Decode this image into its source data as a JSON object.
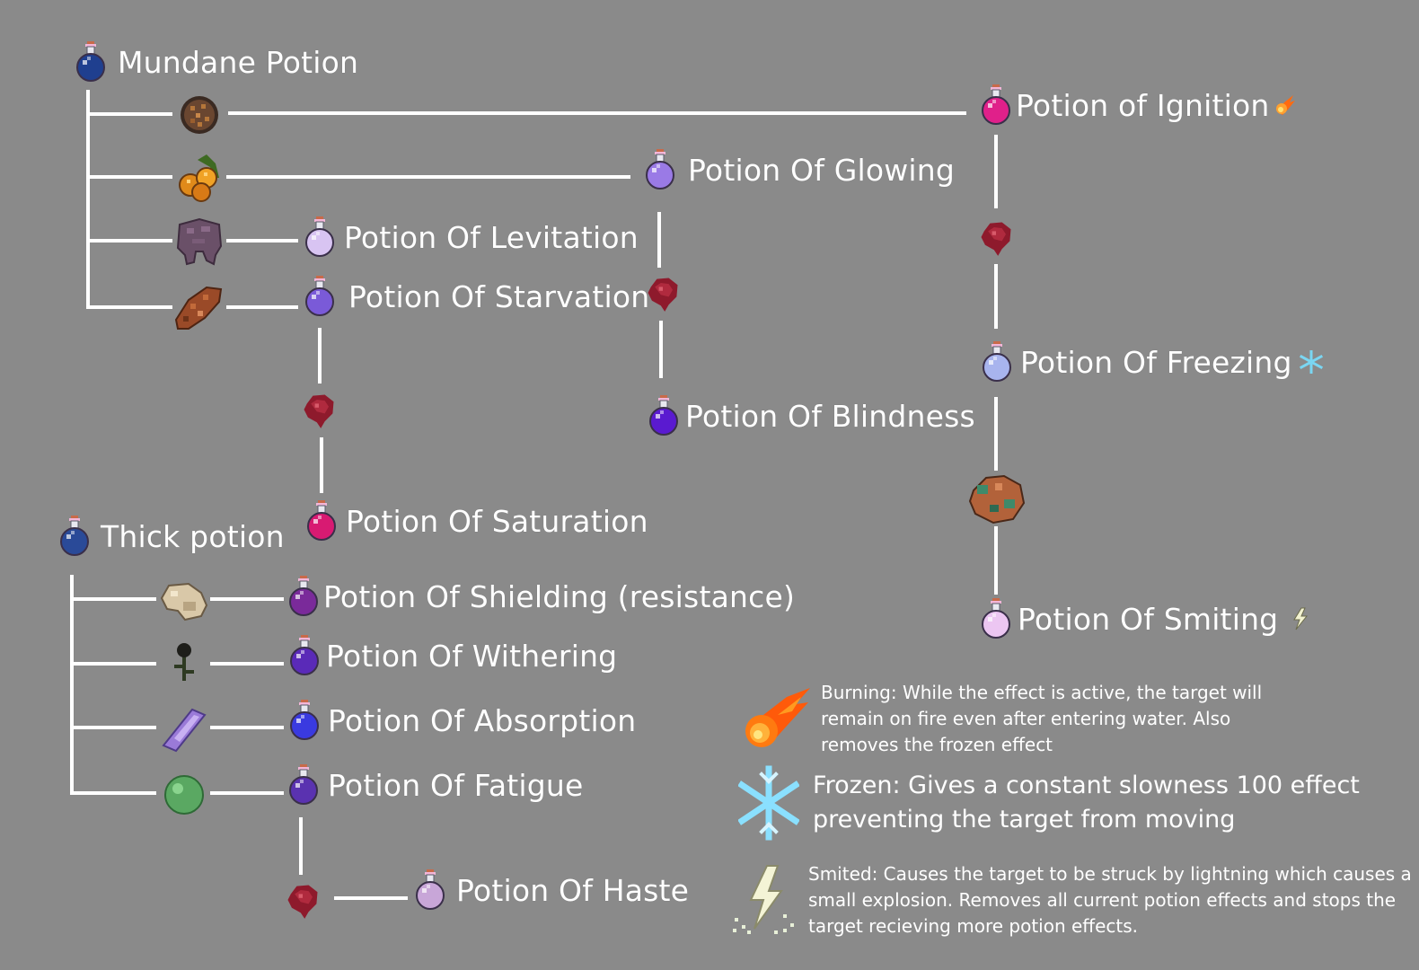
{
  "roots": {
    "mundane": "Mundane Potion",
    "thick": "Thick potion"
  },
  "potions": {
    "ignition": "Potion of Ignition",
    "glowing": "Potion Of Glowing",
    "levitation": "Potion Of Levitation",
    "starvation": "Potion Of Starvation",
    "saturation": "Potion Of Saturation",
    "blindness": "Potion Of Blindness",
    "freezing": "Potion Of Freezing",
    "smiting": "Potion Of Smiting",
    "shielding": "Potion Of Shielding (resistance)",
    "withering": "Potion Of Withering",
    "absorption": "Potion Of Absorption",
    "fatigue": "Potion Of Fatigue",
    "haste": "Potion Of Haste"
  },
  "ingredient_icons": [
    "coal-block-icon",
    "sweet-berries-icon",
    "phantom-membrane-icon",
    "rotten-flesh-icon",
    "nether-wart-icon",
    "copper-ore-icon",
    "mushroom-icon",
    "wither-rose-icon",
    "amethyst-shard-icon",
    "slime-ball-icon"
  ],
  "legend": {
    "burning": "Burning: While the effect is active, the target will\nremain on fire even after entering water. Also\nremoves the frozen effect",
    "frozen": "Frozen: Gives a constant slowness 100 effect\npreventing the target from moving",
    "smited": "Smited: Causes the target to be struck by lightning which causes a\nsmall explosion. Removes all current potion effects and stops the\ntarget recieving more potion effects."
  },
  "colors": {
    "background": "#8a8a8a",
    "line": "#ffffff",
    "text": "#ffffff"
  }
}
